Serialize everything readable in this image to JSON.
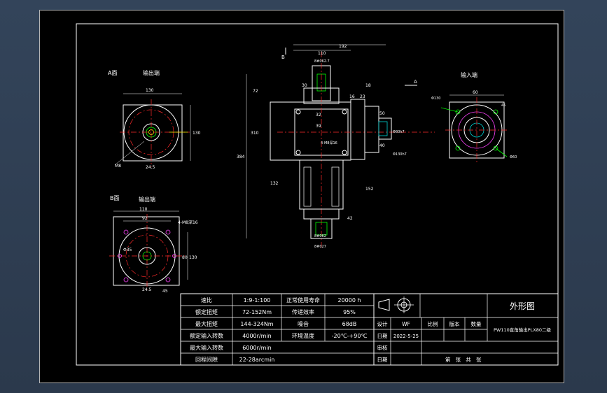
{
  "labels": {
    "view_a": "A面",
    "output_end_1": "输出端",
    "view_b": "B面",
    "output_end_2": "输出端",
    "input_end": "输入端",
    "section_b": "B",
    "section_a": "A"
  },
  "dims": {
    "d110_top": "110",
    "d192": "192",
    "d_top_a": "8#062.7",
    "d_h30": "30",
    "d_72": "72",
    "d_16": "16",
    "d_23": "23",
    "d_18": "18",
    "d_32": "32",
    "d_310": "310",
    "d_50": "50",
    "d_40": "40",
    "d_39": "39",
    "d_m8": "4-M8深16",
    "d_phi80": "Φ80h7",
    "d_right_side": "Φ130h7",
    "d_384": "384",
    "d_132": "132",
    "d_152": "152",
    "d_42": "42",
    "d_bottom1": "8#062",
    "d_bottom2": "8#027",
    "a_130": "130",
    "a_130v": "130",
    "a_side": "M8",
    "a_bottom": "24.5",
    "b_110": "110",
    "b_92": "92",
    "b_m8": "4-M8深16",
    "b_130": "130",
    "b_80": "80",
    "b_bottom": "24.5",
    "b_45": "45",
    "b_phi": "Φ35",
    "in_60": "60",
    "in_phi": "Φ130",
    "in_top": "45",
    "in_m": "Φ60"
  },
  "specs": [
    {
      "k1": "速比",
      "v1": "1:9-1:100",
      "k2": "正常使用寿命",
      "v2": "20000 h"
    },
    {
      "k1": "额定扭矩",
      "v1": "72-152Nm",
      "k2": "传递效率",
      "v2": "95%"
    },
    {
      "k1": "最大扭矩",
      "v1": "144-324Nm",
      "k2": "噪音",
      "v2": "68dB"
    },
    {
      "k1": "额定输入转数",
      "v1": "4000r/min",
      "k2": "环境温度",
      "v2": "-20℃-+90℃"
    },
    {
      "k1": "最大输入转数",
      "v1": "6000r/min",
      "k2": "",
      "v2": ""
    },
    {
      "k1": "回程间隙",
      "v1": "22-28arcmin",
      "k2": "",
      "v2": ""
    }
  ],
  "title_block": {
    "drawing_title": "外形图",
    "product": "PW110直角输出PLX80二级",
    "design_label": "设计",
    "design_by": "WF",
    "scale_label": "比例",
    "version_label": "版本",
    "qty_label": "数量",
    "date_label": "日期",
    "date_value": "2022-5-25",
    "review_label": "审核",
    "date2_label": "日期",
    "sheet_text": "第   张   共   张"
  }
}
